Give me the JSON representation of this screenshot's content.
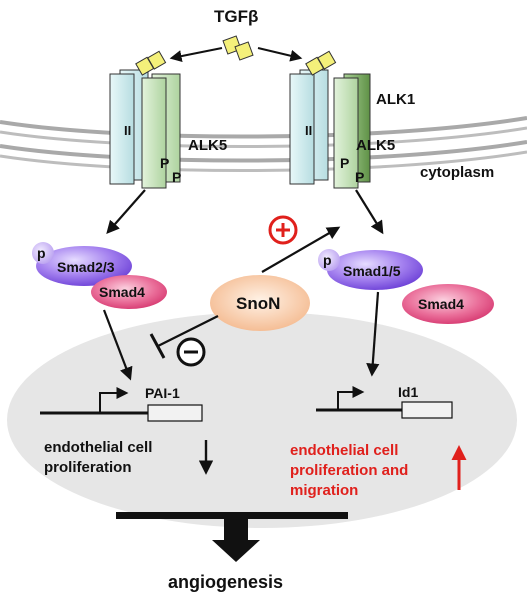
{
  "ligand": {
    "label": "TGFβ"
  },
  "receptors": {
    "left": {
      "type2": "II",
      "type1": "ALK5",
      "phospho1": "P",
      "phospho2": "P"
    },
    "right": {
      "type2": "II",
      "alk1": "ALK1",
      "type1": "ALK5",
      "phospho1": "P",
      "phospho2": "P"
    }
  },
  "compartment": {
    "cytoplasm": "cytoplasm"
  },
  "smads": {
    "left": {
      "phospho": "p",
      "rsmad": "Smad2/3",
      "cosmad": "Smad4"
    },
    "right": {
      "phospho": "p",
      "rsmad": "Smad1/5",
      "cosmad": "Smad4"
    }
  },
  "regulator": {
    "label": "SnoN",
    "activate_symbol": "+",
    "inhibit_symbol": "−"
  },
  "genes": {
    "left": "PAI-1",
    "right": "Id1"
  },
  "outcomes": {
    "left": [
      "endothelial cell",
      "proliferation"
    ],
    "right": [
      "endothelial cell",
      "proliferation and",
      "migration"
    ]
  },
  "final": {
    "label": "angiogenesis"
  },
  "colors": {
    "receptor_type2": "#cfeef0",
    "receptor_type1": "#cde9c6",
    "receptor_alk1": "#7fb06a",
    "ligand": "#f4f07a",
    "smad_r": "#9a6fe0",
    "smad4": "#e0457a",
    "snon": "#f7c8a4",
    "nucleus": "#e6e6e6",
    "accent_red": "#e0201c"
  }
}
